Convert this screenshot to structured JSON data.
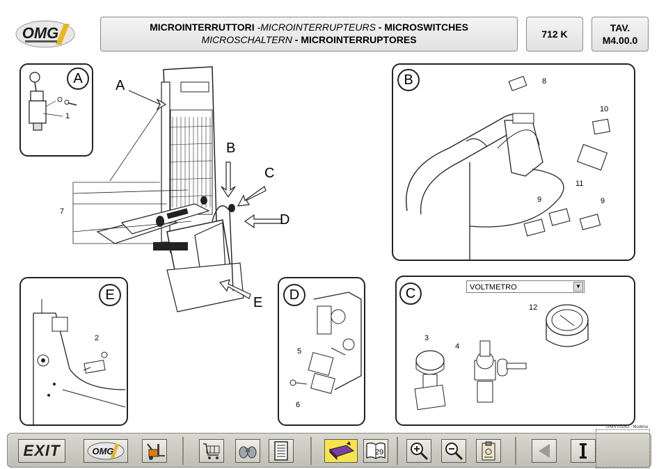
{
  "header": {
    "logo": "OMG",
    "title_line1_a": "MICROINTERRUTTORI ",
    "title_line1_b": "-MICROINTERRUPTEURS",
    "title_line1_c": " - MICROSWITCHES",
    "title_line2_a": "MICROSCHALTERN",
    "title_line2_b": " - MICROINTERRUPTORES",
    "model_code": "712 K",
    "tav_label": "TAV.",
    "tav_number": "M4.00.0"
  },
  "panels": {
    "A": {
      "badge": "A",
      "parts": [
        "1"
      ]
    },
    "B": {
      "badge": "B",
      "parts": [
        "8",
        "10",
        "11",
        "9",
        "9"
      ]
    },
    "E": {
      "badge": "E",
      "parts": [
        "2"
      ]
    },
    "D": {
      "badge": "D",
      "parts": [
        "5",
        "6"
      ]
    },
    "C": {
      "badge": "C",
      "parts": [
        "12",
        "3",
        "4"
      ],
      "dropdown_value": "VOLTMETRO"
    }
  },
  "main_figure": {
    "callouts": [
      "A",
      "B",
      "C",
      "D",
      "E"
    ],
    "part_7": "7"
  },
  "credit": "UNISTUDIO - Modena",
  "toolbar": {
    "exit_label": "EXIT",
    "page_number": "29",
    "icons": [
      "exit-icon",
      "omg-logo-icon",
      "forklift-icon",
      "cart-icon",
      "binoculars-icon",
      "document-list-icon",
      "book-icon",
      "page-29-icon",
      "zoom-in-icon",
      "zoom-out-icon",
      "clipboard-icon",
      "back-arrow-icon",
      "info-icon"
    ]
  }
}
